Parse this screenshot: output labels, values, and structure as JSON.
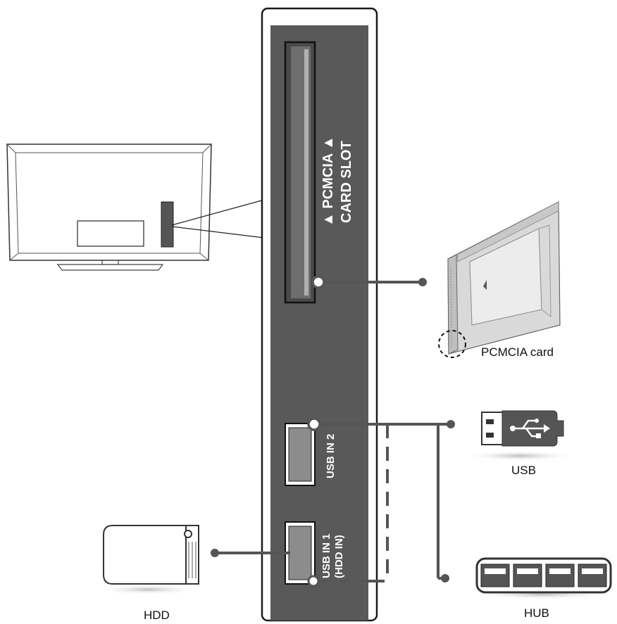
{
  "panel": {
    "slot_label_line1": "▲ PCMCIA ▲",
    "slot_label_line2": "CARD SLOT",
    "usb2_label": "USB IN 2",
    "usb1_label_line1": "USB IN 1",
    "usb1_label_line2": "(HDD IN)"
  },
  "devices": {
    "pcmcia_label": "PCMCIA card",
    "usb_label": "USB",
    "hub_label": "HUB",
    "hdd_label": "HDD"
  },
  "colors": {
    "panel_fill": "#595959",
    "outline": "#1a1a1a",
    "connector": "#555555",
    "port_fill": "#8c8c8c",
    "card_body": "#d9d9d9"
  },
  "icons": [
    "tv-rear-icon",
    "pcmcia-card-icon",
    "usb-stick-icon",
    "usb-symbol-icon",
    "usb-hub-icon",
    "hdd-icon"
  ]
}
